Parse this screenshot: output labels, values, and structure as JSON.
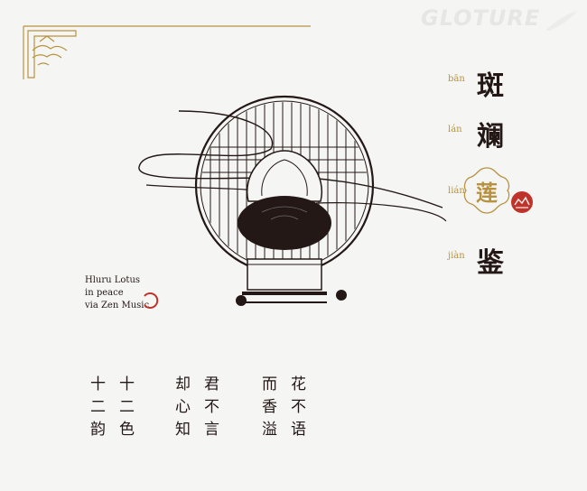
{
  "watermark": "GLOTURE",
  "title": {
    "chars": [
      {
        "pinyin": "bān",
        "char": "斑"
      },
      {
        "pinyin": "lán",
        "char": "斓"
      },
      {
        "pinyin": "lián",
        "char": "莲"
      },
      {
        "pinyin": "jiàn",
        "char": "鉴"
      }
    ]
  },
  "english": {
    "line1": "Hluru Lotus",
    "line2": "in peace",
    "line3": "via Zen Music"
  },
  "poem": {
    "col1": "十二韵",
    "col2": "十二色",
    "col3": "却心知",
    "col4": "君不言",
    "col5": "而香溢",
    "col6": "花不语"
  },
  "colors": {
    "gold": "#b8923f",
    "ink": "#231815",
    "seal_red": "#c0332a",
    "accent": "#a05a2c",
    "background": "#f5f5f4"
  }
}
